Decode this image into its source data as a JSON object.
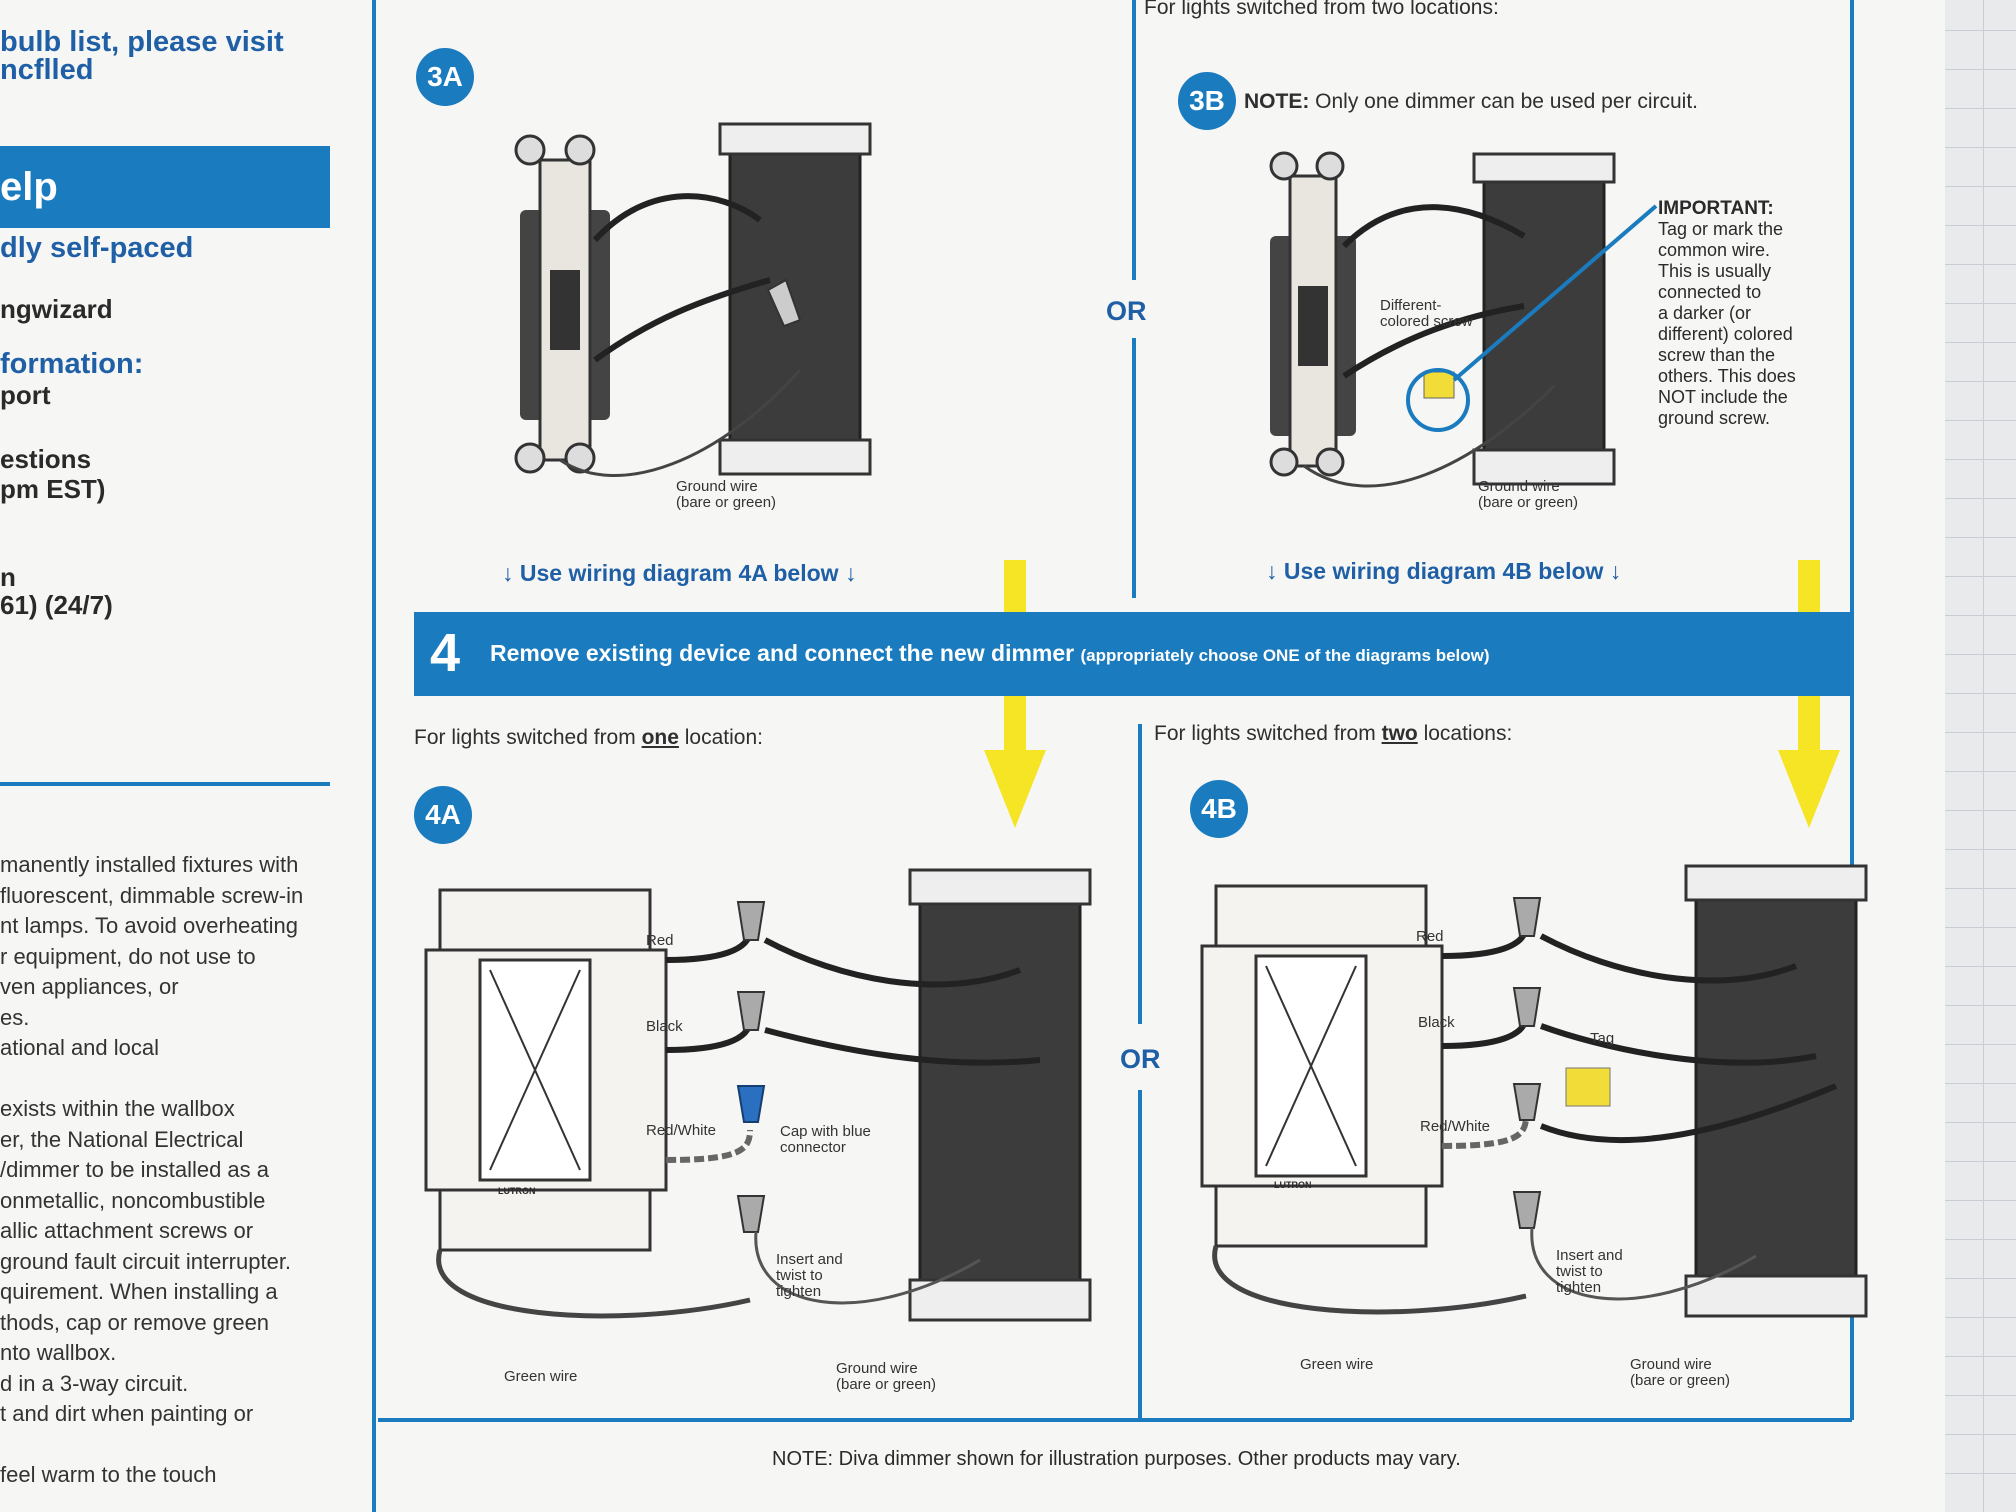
{
  "left_column": {
    "line1": "bulb list, please visit",
    "line2": "ncflled",
    "help": "elp",
    "self_paced": "dly self-paced",
    "wizard": "ngwizard",
    "information": "formation:",
    "support": "port",
    "questions": "estions",
    "hours": " pm EST)",
    "n": "n",
    "phone": "61)  (24/7)",
    "body": [
      "manently installed fixtures with",
      "fluorescent, dimmable screw-in",
      "nt lamps. To avoid overheating",
      "r equipment, do not use to",
      "ven appliances, or",
      "es.",
      "ational and local",
      "",
      "exists within the wallbox",
      "er, the National Electrical",
      "/dimmer to be installed as a",
      "onmetallic, noncombustible",
      "allic attachment screws or",
      "ground fault circuit interrupter.",
      "quirement. When installing a",
      "thods, cap or remove green",
      "nto wallbox.",
      "d in a 3-way circuit.",
      "t and dirt when painting or",
      "",
      "feel warm to the touch"
    ]
  },
  "step3": {
    "top_note": "For lights switched from two locations:",
    "badge_3a": "3A",
    "badge_3b": "3B",
    "note_3b_bold": "NOTE:",
    "note_3b": "Only one dimmer can be used per circuit.",
    "different_screw": "Different-\ncolored screw",
    "important_title": "IMPORTANT:",
    "important_lines": [
      "Tag or mark the",
      "common wire.",
      "This is usually",
      "connected to",
      "a darker (or",
      "different) colored",
      "screw than the",
      "others. This does",
      "NOT include the",
      "ground screw."
    ],
    "ground_3a_1": "Ground wire",
    "ground_3a_2": "(bare or green)",
    "ground_3b_1": "Ground wire",
    "ground_3b_2": "(bare or green)",
    "or_label": "OR",
    "use_4a": "Use wiring diagram 4A below",
    "use_4b": "Use wiring diagram 4B below"
  },
  "step4": {
    "number": "4",
    "title": "Remove existing device and connect the new dimmer",
    "subtitle": "(appropriately choose ONE of the diagrams below)",
    "one_location_pre": "For lights switched from ",
    "one_location_em": "one",
    "one_location_post": " location:",
    "two_location_pre": "For lights switched from ",
    "two_location_em": "two",
    "two_location_post": " locations:",
    "badge_4a": "4A",
    "badge_4b": "4B",
    "or_label": "OR",
    "red": "Red",
    "black": "Black",
    "red_white": "Red/White",
    "cap": "Cap with blue\nconnector",
    "insert": "Insert and\ntwist to\ntighten",
    "green": "Green wire",
    "ground_1": "Ground wire",
    "ground_2": "(bare or green)",
    "tag": "Tag",
    "lutron": "LUTRON",
    "note": "NOTE: Diva dimmer shown for illustration purposes. Other products may vary."
  }
}
